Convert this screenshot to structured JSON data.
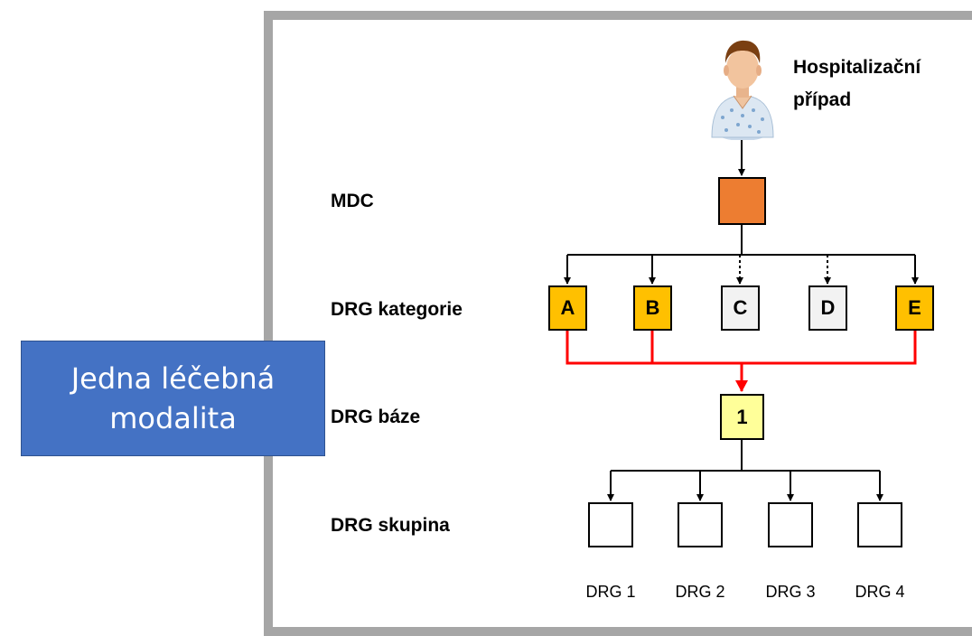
{
  "callout": {
    "text": "Jedna  léčebná\nmodalita"
  },
  "case_label": {
    "line1": "Hospitalizační",
    "line2": "případ"
  },
  "levels": {
    "mdc": "MDC",
    "categories": "DRG kategorie",
    "base": "DRG báze",
    "groups": "DRG skupina"
  },
  "categories": [
    {
      "label": "A",
      "fill": "#ffc000",
      "selected": true
    },
    {
      "label": "B",
      "fill": "#ffc000",
      "selected": true
    },
    {
      "label": "C",
      "fill": "#f2f2f2",
      "selected": false
    },
    {
      "label": "D",
      "fill": "#f2f2f2",
      "selected": false
    },
    {
      "label": "E",
      "fill": "#ffc000",
      "selected": true
    }
  ],
  "base": {
    "label": "1"
  },
  "groups": [
    "DRG 1",
    "DRG 2",
    "DRG 3",
    "DRG 4"
  ],
  "colors": {
    "mdc": "#ed7d31",
    "base": "#ffff99",
    "merge": "#ff0000",
    "callout": "#4472c4"
  },
  "icons": {
    "patient": "patient-icon"
  }
}
